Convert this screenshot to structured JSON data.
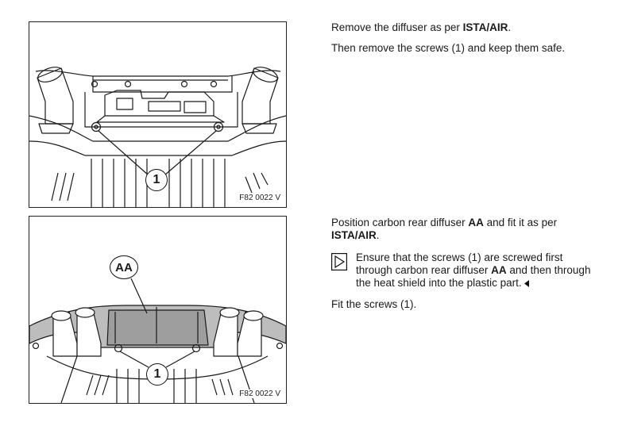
{
  "figures": [
    {
      "callouts": [
        "1"
      ],
      "code": "F82 0022 V"
    },
    {
      "callouts": [
        "AA",
        "1"
      ],
      "code": "F82 0022 V"
    }
  ],
  "steps": {
    "remove_diffuser": {
      "pre": "Remove the diffuser as per ",
      "bold": "ISTA/AIR",
      "post": "."
    },
    "remove_screws": "Then remove the screws (1) and keep them safe.",
    "position_diffuser": {
      "pre": "Position carbon rear diffuser ",
      "bold1": "AA",
      "mid": " and fit it as per ",
      "bold2": "ISTA/AIR",
      "post": "."
    },
    "note": {
      "pre": "Ensure that the screws (1) are screwed first through carbon rear diffuser ",
      "bold": "AA",
      "post": " and then through the heat shield into the plastic part."
    },
    "fit_screws": "Fit the screws (1)."
  },
  "icons": {
    "note": "note-triangle-icon",
    "end": "end-marker-icon"
  }
}
